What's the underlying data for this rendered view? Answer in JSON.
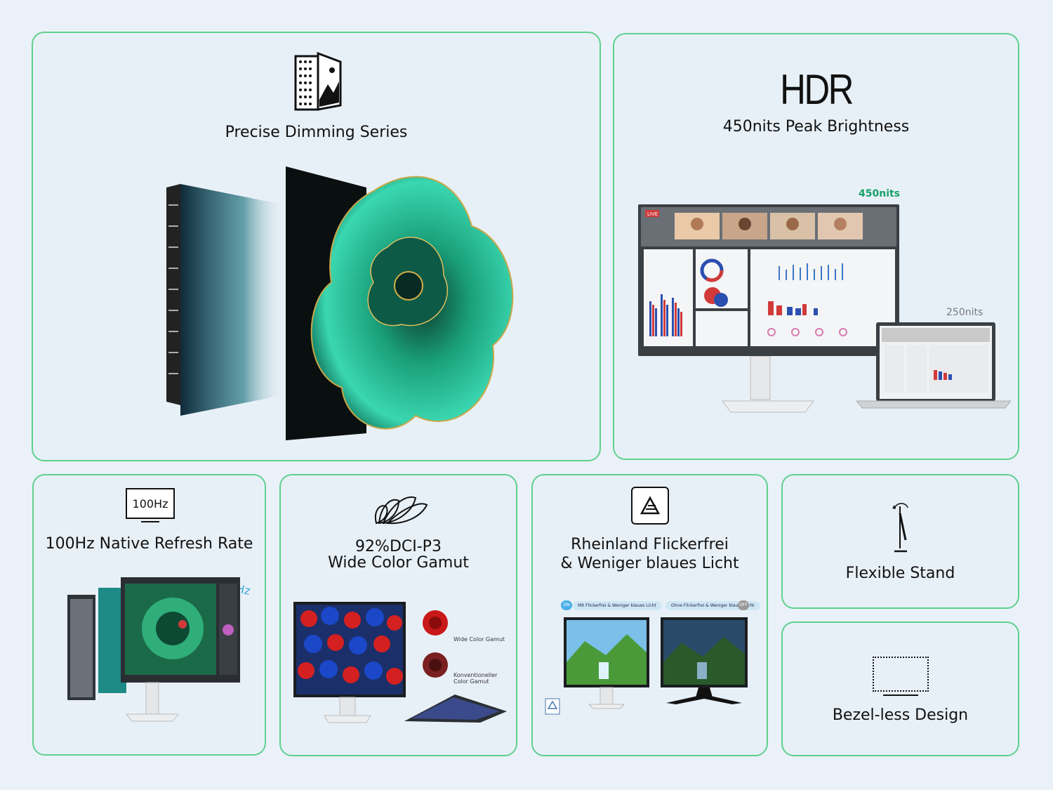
{
  "cards": {
    "dimming": {
      "title": "Precise Dimming Series",
      "icon": "dimming-panels-icon"
    },
    "hdr": {
      "logo": "HDR",
      "title": "450nits Peak Brightness",
      "badge_high": "450nits",
      "badge_low": "250nits",
      "live_label": "LIVE"
    },
    "refresh": {
      "icon_label": "100Hz",
      "title": "100Hz Native Refresh Rate",
      "overlay_label": "100Hz"
    },
    "gamut": {
      "title_line1": "92%DCI-P3",
      "title_line2": "Wide Color Gamut",
      "label_wide": "Wide Color Gamut",
      "label_conventional_1": "Konventioneller",
      "label_conventional_2": "Color Gamut",
      "icon": "petals-icon"
    },
    "rheinland": {
      "title_line1": "Rheinland Flickerfrei",
      "title_line2": "& Weniger blaues Licht",
      "pill_on": "Mit Flickerfrei & Weniger blaues Licht",
      "pill_off": "Ohne Flickerfrei & Weniger blaues Licht",
      "toggle_on": "ON",
      "toggle_off": "OFF",
      "icon": "rheinland-icon"
    },
    "stand": {
      "title": "Flexible Stand",
      "icon": "pivot-stand-icon"
    },
    "bezel": {
      "title": "Bezel-less Design",
      "icon": "bezel-frame-icon"
    }
  },
  "colors": {
    "border": "#5fd08e",
    "card_bg": "#e8f0f7",
    "accent_green": "#18a06a",
    "teal": "#1fb6a6"
  }
}
